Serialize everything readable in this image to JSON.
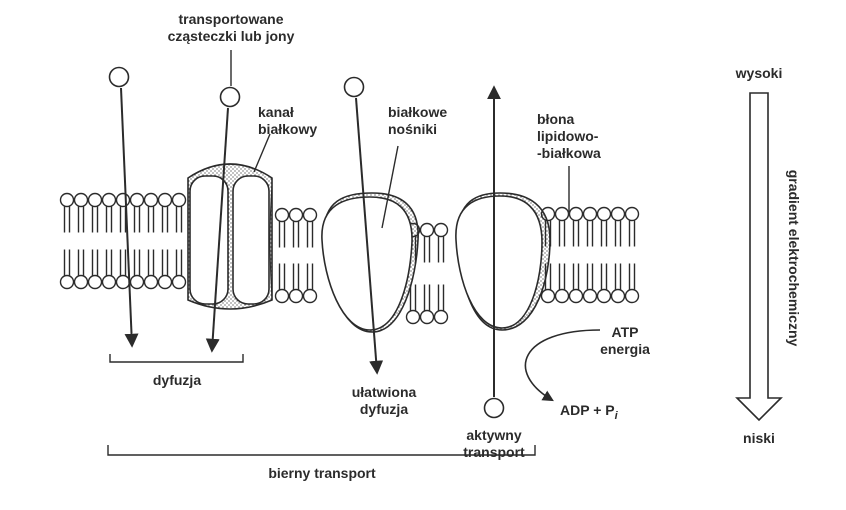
{
  "labels": {
    "transported_line1": "transportowane",
    "transported_line2": "cząsteczki lub jony",
    "channel_line1": "kanał",
    "channel_line2": "białkowy",
    "carriers_line1": "białkowe",
    "carriers_line2": "nośniki",
    "membrane_line1": "błona",
    "membrane_line2": "lipidowo-",
    "membrane_line3": "-białkowa",
    "high": "wysoki",
    "low": "niski",
    "gradient": "gradient elektrochemiczny",
    "diffusion": "dyfuzja",
    "facilitated_line1": "ułatwiona",
    "facilitated_line2": "dyfuzja",
    "active_line1": "aktywny",
    "active_line2": "transport",
    "atp_line1": "ATP",
    "atp_line2": "energia",
    "adp": "ADP + P",
    "pi_sub": "i",
    "passive": "bierny transport"
  },
  "colors": {
    "ink": "#2b2b2b",
    "background": "#ffffff"
  }
}
